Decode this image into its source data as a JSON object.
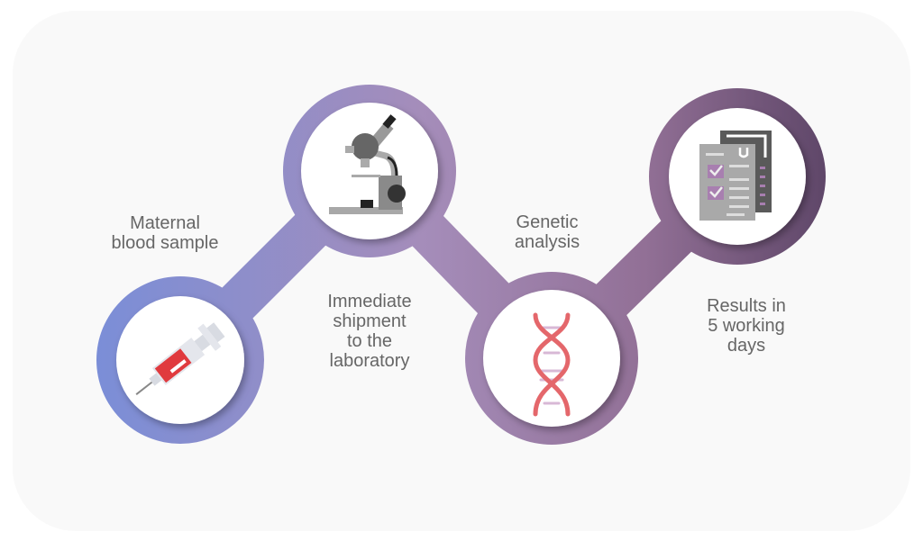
{
  "colors": {
    "start": "#7a8ed8",
    "mid": "#a58dba",
    "end": "#6b5175",
    "text": "#666666"
  },
  "steps": [
    {
      "icon": "syringe-icon",
      "label": "Maternal\nblood sample"
    },
    {
      "icon": "microscope-icon",
      "label": "Immediate\nshipment\nto the\nlaboratory"
    },
    {
      "icon": "dna-icon",
      "label": "Genetic\nanalysis"
    },
    {
      "icon": "report-icon",
      "label": "Results in\n5 working\ndays"
    }
  ]
}
